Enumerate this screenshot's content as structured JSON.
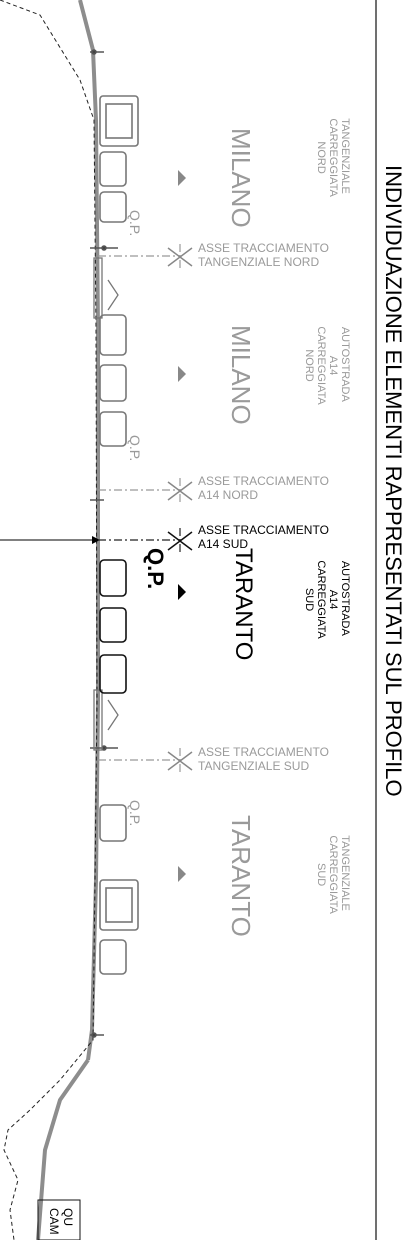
{
  "title": "INDIVIDUAZIONE ELEMENTI RAPPRESENTATI SUL PROFILO",
  "carriageways": [
    {
      "id": "tn",
      "name": "TANGENZIALE\nCARREGGIATA\nNORD",
      "direction": "MILANO",
      "qp": "Q.P.",
      "axis_line1": "ASSE TRACCIAMENTO",
      "axis_line2": "TANGENZIALE NORD",
      "highlight": false
    },
    {
      "id": "an",
      "name": "AUTOSTRADA\nA14\nCARREGGIATA\nNORD",
      "direction": "MILANO",
      "qp": "Q.P.",
      "axis_line1": "ASSE TRACCIAMENTO",
      "axis_line2": "A14 NORD",
      "highlight": false
    },
    {
      "id": "as",
      "name": "AUTOSTRADA\nA14\nCARREGGIATA\nSUD",
      "direction": "TARANTO",
      "qp": "Q.P.",
      "axis_line1": "ASSE TRACCIAMENTO",
      "axis_line2": "A14 SUD",
      "highlight": true
    },
    {
      "id": "ts",
      "name": "TANGENZIALE\nCARREGGIATA\nSUD",
      "direction": "TARANTO",
      "qp": "Q.P.",
      "axis_line1": "ASSE TRACCIAMENTO",
      "axis_line2": "TANGENZIALE SUD",
      "highlight": false
    }
  ],
  "footer_label_line1": "QU",
  "footer_label_line2": "CAM"
}
